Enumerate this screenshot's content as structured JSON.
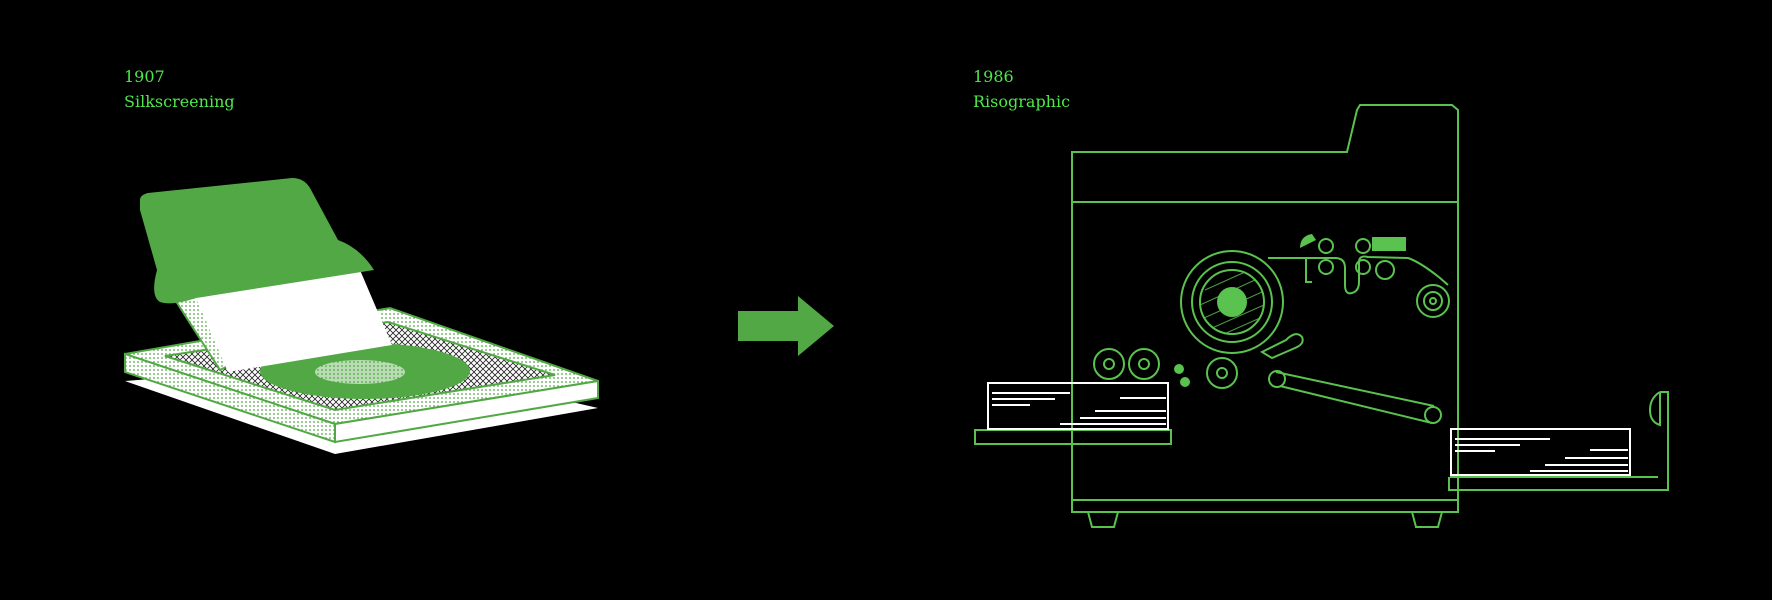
{
  "left": {
    "year": "1907",
    "name": "Silkscreening"
  },
  "right": {
    "year": "1986",
    "name": "Risographic"
  },
  "colors": {
    "background": "#000000",
    "accent_text": "#4fe84a",
    "accent_fill": "#52a845",
    "line": "#5ac24e",
    "paper": "#ffffff"
  },
  "icons": {
    "left_illustration": "silkscreen-press-icon",
    "arrow": "arrow-right-icon",
    "right_illustration": "risograph-machine-icon"
  }
}
